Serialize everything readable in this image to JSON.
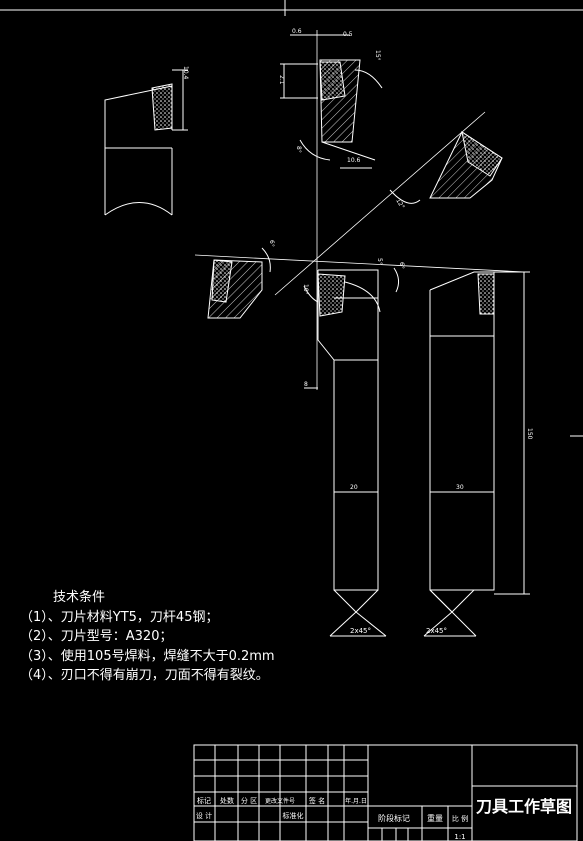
{
  "dimensions": {
    "d_0_6": "0.6",
    "d_0_5": "0.5",
    "d_2_1": "2.1",
    "d_10_4": "10.4",
    "d_10_6": "10.6",
    "d_150": "150",
    "d_20": "20",
    "d_30": "30",
    "d_8": "8",
    "chamfer_left": "2x45°",
    "chamfer_right": "2x45°"
  },
  "angles": {
    "a1": "15°",
    "a2": "8°",
    "a3": "12°",
    "a4": "6°",
    "a5": "5°",
    "a6": "10°",
    "a7": "6°"
  },
  "tech_notes": {
    "heading": "技术条件",
    "items": [
      "（1）、刀片材料YT5，刀杆45钢；",
      "（2）、刀片型号：A320；",
      "（3）、使用105号焊料，焊缝不大于0.2mm",
      "（4）、刃口不得有崩刀，刀面不得有裂纹。"
    ]
  },
  "title_block": {
    "title": "刀具工作草图",
    "headers": [
      "标记",
      "处数",
      "分 区",
      "更改文件号",
      "签 名",
      "年.月.日"
    ],
    "row2": [
      "设 计",
      "",
      "标准化"
    ],
    "stage_label": "阶段标记",
    "weight_label": "重量",
    "scale_label": "比 例",
    "scale_value": "1:1"
  }
}
